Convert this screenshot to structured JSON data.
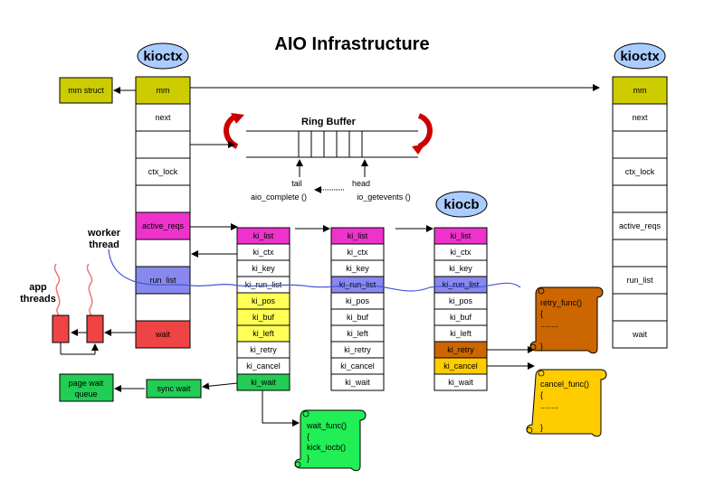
{
  "title": "AIO Infrastructure",
  "kioctx_left": {
    "header": "kioctx",
    "cells": [
      {
        "label": "mm",
        "color": "#cccc00"
      },
      {
        "label": "next",
        "color": "#ffffff"
      },
      {
        "label": "",
        "color": "#ffffff"
      },
      {
        "label": "ctx_lock",
        "color": "#ffffff"
      },
      {
        "label": "",
        "color": "#ffffff"
      },
      {
        "label": "active_reqs",
        "color": "#ee33cc"
      },
      {
        "label": "",
        "color": "#ffffff"
      },
      {
        "label": "run_list",
        "color": "#8888ee"
      },
      {
        "label": "",
        "color": "#ffffff"
      },
      {
        "label": "wait",
        "color": "#ee4444"
      }
    ]
  },
  "kioctx_right": {
    "header": "kioctx",
    "cells": [
      {
        "label": "mm",
        "color": "#cccc00"
      },
      {
        "label": "next",
        "color": "#ffffff"
      },
      {
        "label": "",
        "color": "#ffffff"
      },
      {
        "label": "ctx_lock",
        "color": "#ffffff"
      },
      {
        "label": "",
        "color": "#ffffff"
      },
      {
        "label": "active_reqs",
        "color": "#ffffff"
      },
      {
        "label": "",
        "color": "#ffffff"
      },
      {
        "label": "run_list",
        "color": "#ffffff"
      },
      {
        "label": "",
        "color": "#ffffff"
      },
      {
        "label": "wait",
        "color": "#ffffff"
      }
    ]
  },
  "mm_struct": {
    "label": "mm struct",
    "color": "#cccc00"
  },
  "ring_buffer": {
    "label": "Ring Buffer",
    "tail": "tail",
    "tail_fn": "aio_complete ()",
    "head": "head",
    "head_fn": "io_getevents ()",
    "arrow_color": "#cc0000"
  },
  "kiocb_label": "kiocb",
  "kiocb_columns": [
    {
      "cells": [
        {
          "label": "ki_list",
          "color": "#ee33cc"
        },
        {
          "label": "ki_ctx",
          "color": "#ffffff"
        },
        {
          "label": "ki_key",
          "color": "#ffffff"
        },
        {
          "label": "ki_run_list",
          "color": "#ffffff"
        },
        {
          "label": "ki_pos",
          "color": "#ffff55"
        },
        {
          "label": "ki_buf",
          "color": "#ffff55"
        },
        {
          "label": "ki_left",
          "color": "#ffff55"
        },
        {
          "label": "ki_retry",
          "color": "#ffffff"
        },
        {
          "label": "ki_cancel",
          "color": "#ffffff"
        },
        {
          "label": "ki_wait",
          "color": "#22cc55"
        }
      ]
    },
    {
      "cells": [
        {
          "label": "ki_list",
          "color": "#ee33cc"
        },
        {
          "label": "ki_ctx",
          "color": "#ffffff"
        },
        {
          "label": "ki_key",
          "color": "#ffffff"
        },
        {
          "label": "ki_run_list",
          "color": "#8888ee"
        },
        {
          "label": "ki_pos",
          "color": "#ffffff"
        },
        {
          "label": "ki_buf",
          "color": "#ffffff"
        },
        {
          "label": "ki_left",
          "color": "#ffffff"
        },
        {
          "label": "ki_retry",
          "color": "#ffffff"
        },
        {
          "label": "ki_cancel",
          "color": "#ffffff"
        },
        {
          "label": "ki_wait",
          "color": "#ffffff"
        }
      ]
    },
    {
      "cells": [
        {
          "label": "ki_list",
          "color": "#ee33cc"
        },
        {
          "label": "ki_ctx",
          "color": "#ffffff"
        },
        {
          "label": "ki_key",
          "color": "#ffffff"
        },
        {
          "label": "ki_run_list",
          "color": "#8888ee"
        },
        {
          "label": "ki_pos",
          "color": "#ffffff"
        },
        {
          "label": "ki_buf",
          "color": "#ffffff"
        },
        {
          "label": "ki_left",
          "color": "#ffffff"
        },
        {
          "label": "ki_retry",
          "color": "#cc6600"
        },
        {
          "label": "ki_cancel",
          "color": "#ffcc00"
        },
        {
          "label": "ki_wait",
          "color": "#ffffff"
        }
      ]
    }
  ],
  "worker_thread": [
    "worker",
    "thread"
  ],
  "app_threads": [
    "app",
    "threads"
  ],
  "page_wait_queue": {
    "lines": [
      "page wait",
      "queue"
    ],
    "color": "#22cc55"
  },
  "sync_wait": {
    "label": "sync wait",
    "color": "#22cc55"
  },
  "scrolls": {
    "wait_func": {
      "lines": [
        "wait_func()",
        "{",
        "kick_iocb()",
        "}"
      ],
      "color": "#22ee55"
    },
    "retry_func": {
      "lines": [
        "retry_func()",
        "{",
        "........",
        "}"
      ],
      "color": "#cc6600"
    },
    "cancel_func": {
      "lines": [
        "cancel_func()",
        "{",
        "........",
        "}"
      ],
      "color": "#ffcc00"
    }
  }
}
